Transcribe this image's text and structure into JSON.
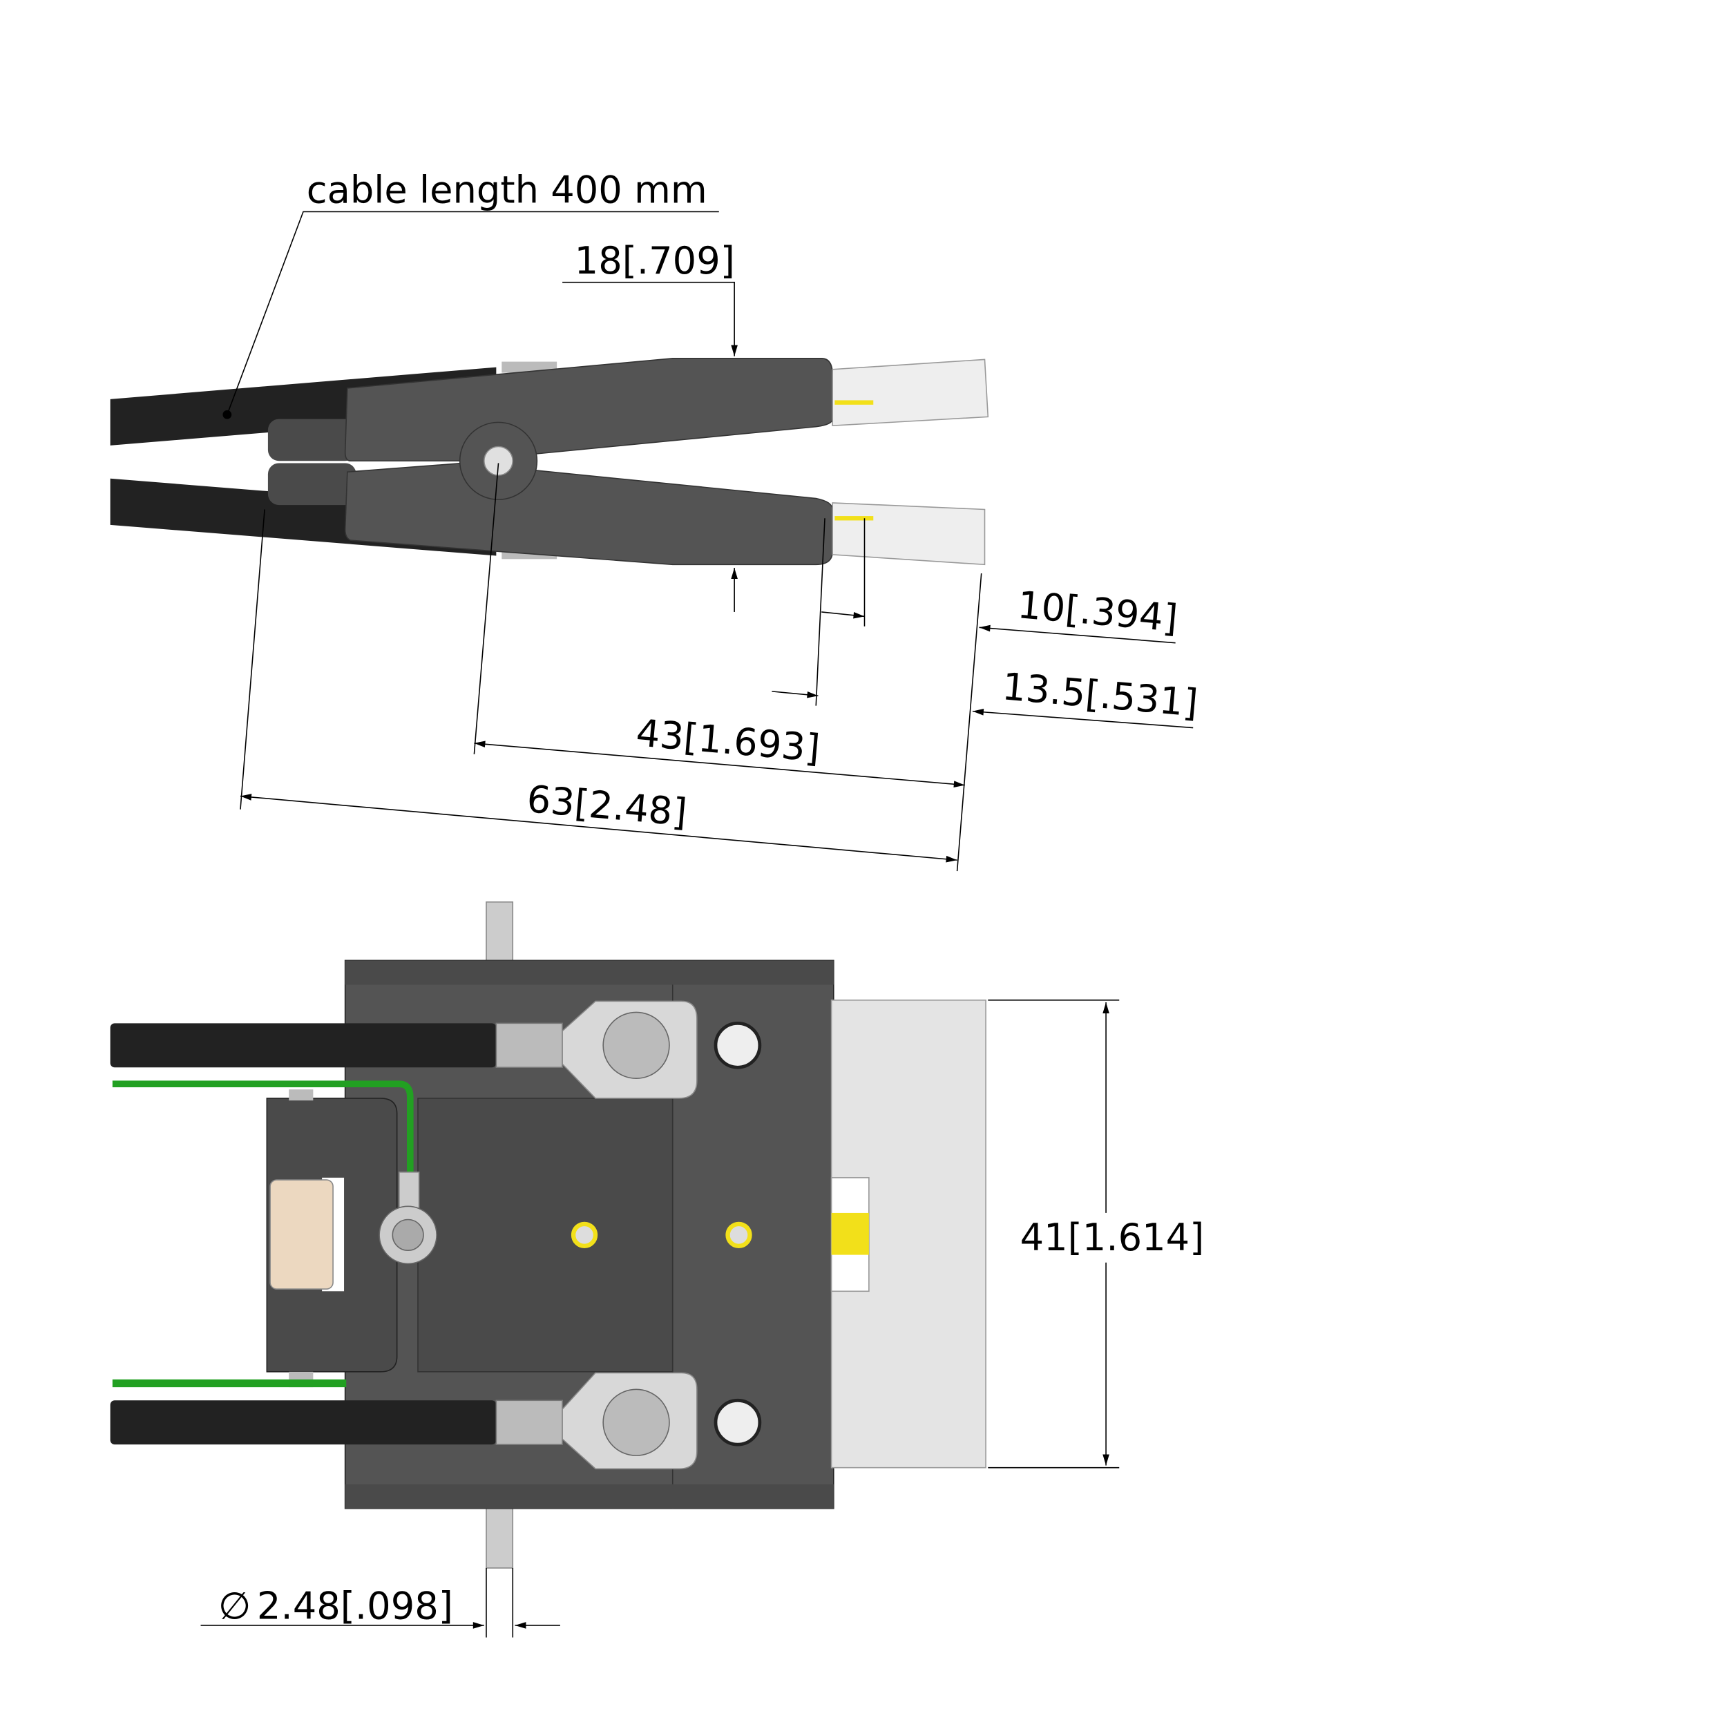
{
  "annotations": {
    "cable_length": "cable length 400 mm",
    "dim_width": "18[.709]",
    "dim_10": "10[.394]",
    "dim_13_5": "13.5[.531]",
    "dim_43": "43[1.693]",
    "dim_63": "63[2.48]",
    "dim_41": "41[1.614]",
    "dim_pin_diameter": "2.48[.098]",
    "diameter_symbol": "∅"
  },
  "colors": {
    "body": "#545454",
    "cable": "#222222",
    "wire": "#22a022",
    "connector": "#eeeeee",
    "contact": "#f2e01a",
    "roller": "#ecd8c0"
  }
}
